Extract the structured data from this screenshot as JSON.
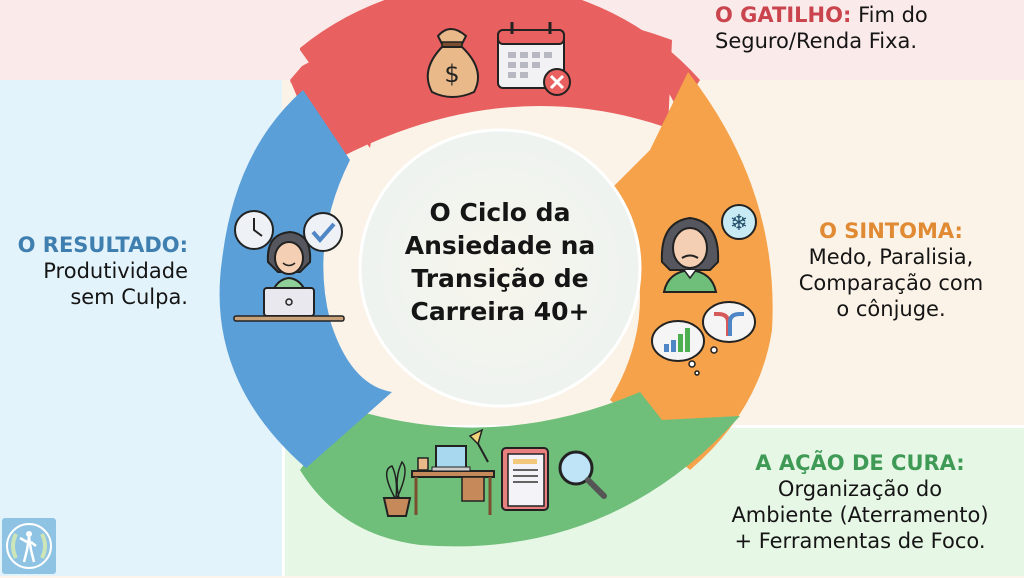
{
  "center": {
    "title": "O Ciclo da Ansiedade na Transição de Carreira 40+"
  },
  "stages": [
    {
      "id": "gatilho",
      "heading": "O GATILHO:",
      "text_line1": "Fim do",
      "text_line2": "Seguro/Renda Fixa.",
      "color": "#e8605f",
      "icons": [
        "money-bag-icon",
        "calendar-cancel-icon"
      ]
    },
    {
      "id": "sintoma",
      "heading": "O SINTOMA:",
      "text_line1": "Medo, Paralisia,",
      "text_line2": "Comparação com",
      "text_line3": "o cônjuge.",
      "color": "#f5a24a",
      "icons": [
        "worried-woman-icon",
        "snowflake-bubble-icon",
        "growth-chart-thought-icon",
        "crossroads-thought-icon"
      ]
    },
    {
      "id": "acao",
      "heading": "A AÇÃO DE CURA:",
      "text_line1": "Organização do",
      "text_line2": "Ambiente (Aterramento)",
      "text_line3": "+ Ferramentas de Foco.",
      "color": "#6fbf7a",
      "icons": [
        "plant-icon",
        "desk-laptop-icon",
        "planner-icon",
        "magnifier-icon"
      ]
    },
    {
      "id": "resultado",
      "heading": "O RESULTADO:",
      "text_line1": "Produtividade",
      "text_line2": "sem Culpa.",
      "color": "#5a9fd8",
      "icons": [
        "clock-icon",
        "check-icon",
        "happy-woman-laptop-icon"
      ]
    }
  ],
  "colors": {
    "gatilho": "#e8605f",
    "sintoma": "#f5a24a",
    "acao": "#6fbf7a",
    "resultado": "#5a9fd8",
    "center_fill": "#f3f4ec"
  },
  "logo": {
    "icon": "laurel-figure-logo-icon"
  }
}
